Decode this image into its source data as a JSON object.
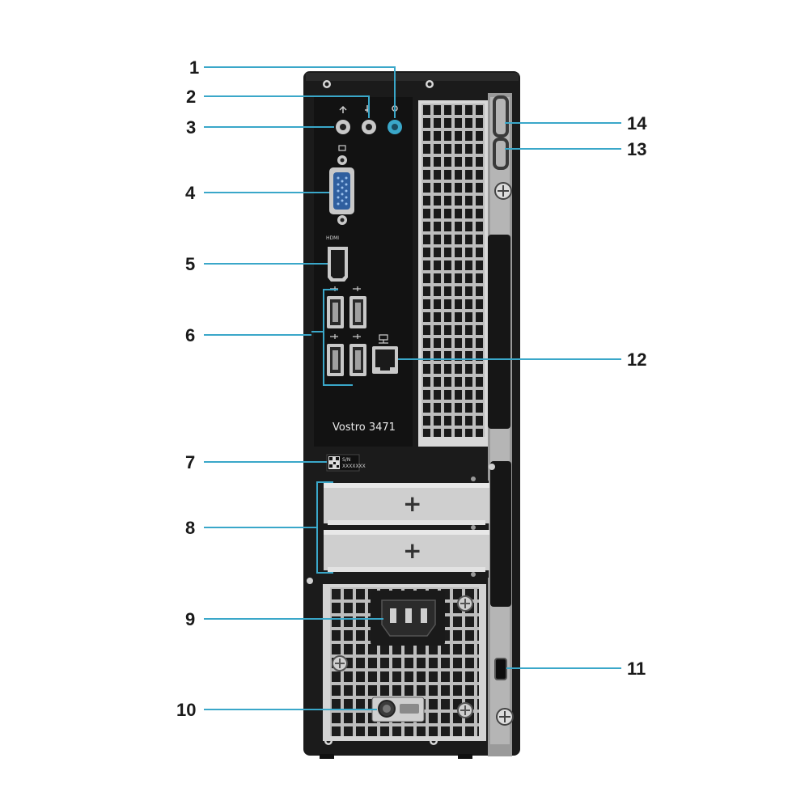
{
  "model_label": "Vostro 3471",
  "port_labels": {
    "hdmi": "HDMI"
  },
  "service_tag": {
    "line1": "S/N",
    "line2": "XXXXXXX"
  },
  "colors": {
    "callout_line": "#3aa7c9",
    "chassis": "#1b1b1b",
    "silver": "#bfbfbf",
    "ink": "#1a1a1a"
  },
  "callouts": [
    {
      "id": 1,
      "label": "1",
      "side": "left"
    },
    {
      "id": 2,
      "label": "2",
      "side": "left"
    },
    {
      "id": 3,
      "label": "3",
      "side": "left"
    },
    {
      "id": 4,
      "label": "4",
      "side": "left"
    },
    {
      "id": 5,
      "label": "5",
      "side": "left"
    },
    {
      "id": 6,
      "label": "6",
      "side": "left"
    },
    {
      "id": 7,
      "label": "7",
      "side": "left"
    },
    {
      "id": 8,
      "label": "8",
      "side": "left"
    },
    {
      "id": 9,
      "label": "9",
      "side": "left"
    },
    {
      "id": 10,
      "label": "10",
      "side": "left"
    },
    {
      "id": 11,
      "label": "11",
      "side": "right"
    },
    {
      "id": 12,
      "label": "12",
      "side": "right"
    },
    {
      "id": 13,
      "label": "13",
      "side": "right"
    },
    {
      "id": 14,
      "label": "14",
      "side": "right"
    }
  ]
}
